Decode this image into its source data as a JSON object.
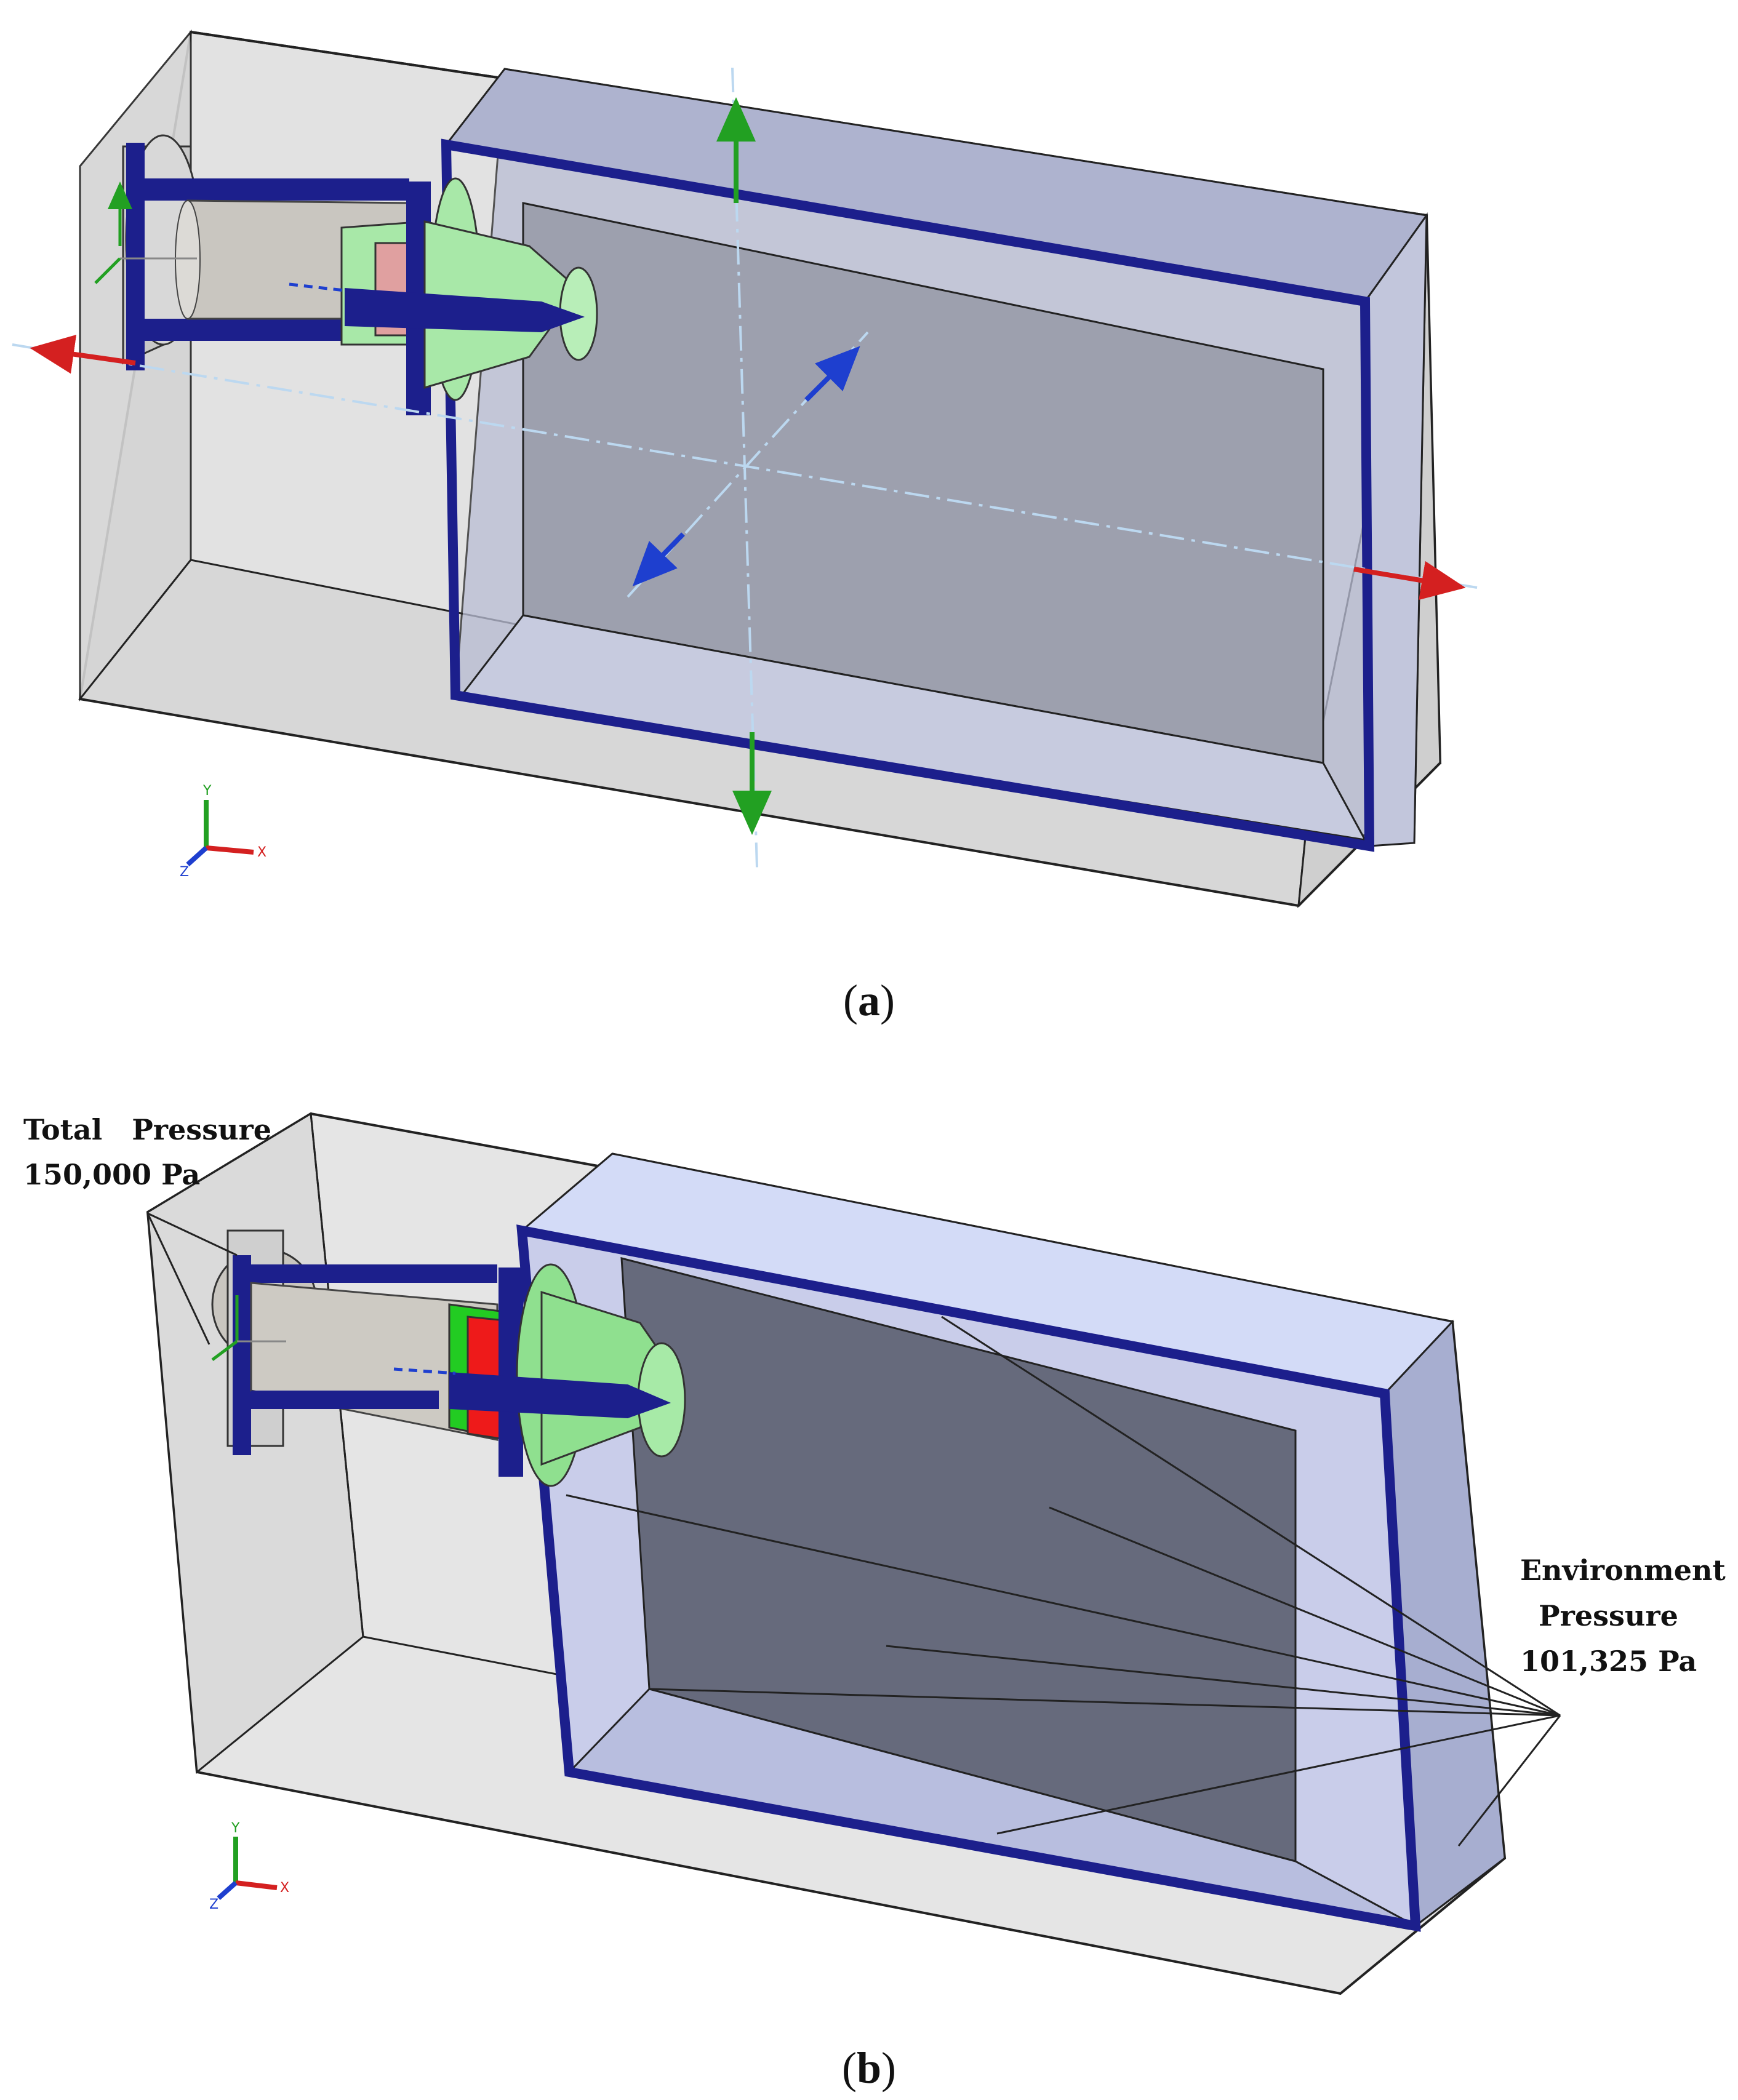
{
  "panels": [
    {
      "id": "a",
      "caption_open": "(",
      "caption_letter": "a",
      "caption_close": ")",
      "triad": {
        "x": "X",
        "y": "Y",
        "z": "Z"
      }
    },
    {
      "id": "b",
      "caption_open": "(",
      "caption_letter": "b",
      "caption_close": ")",
      "triad": {
        "x": "X",
        "y": "Y",
        "z": "Z"
      },
      "inlet_label": {
        "line1": "Total   Pressure",
        "line2": "150,000 Pa"
      },
      "outlet_label": {
        "line1": "Environment",
        "line2": "Pressure",
        "line3": "101,325 Pa"
      }
    }
  ],
  "colors": {
    "frame": "#1c1f8c",
    "arrow_x": "#d42020",
    "arrow_y": "#22a022",
    "arrow_z": "#1e3fcf",
    "domain_edge": "#222222",
    "red_part": "#ee1a1a",
    "green_part": "#8fe08f"
  }
}
